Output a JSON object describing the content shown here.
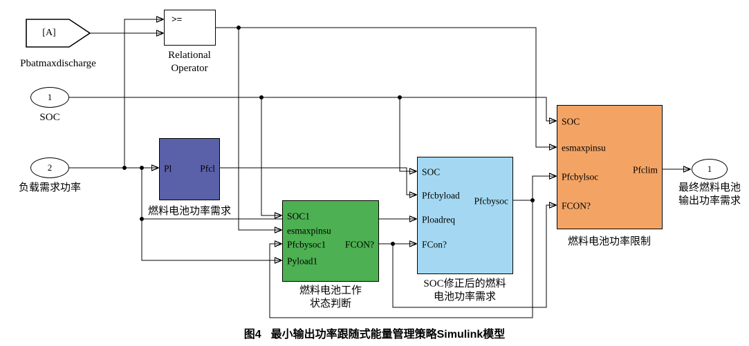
{
  "blocks": {
    "from_tag": {
      "text": "[A]",
      "label": "Pbatmaxdischarge"
    },
    "relational": {
      "operator": ">=",
      "label1": "Relational",
      "label2": "Operator"
    },
    "inport_soc": {
      "number": "1",
      "label": "SOC"
    },
    "inport_load": {
      "number": "2",
      "label": "负载需求功率"
    },
    "fc_demand": {
      "color": "#5a61a9",
      "in1": "Pl",
      "out1": "Pfcl",
      "label": "燃料电池功率需求"
    },
    "fc_state": {
      "color": "#4db052",
      "in1": "SOC1",
      "in2": "esmaxpinsu",
      "in3": "Pfcbysoc1",
      "in4": "Pyload1",
      "out1": "FCON?",
      "label1": "燃料电池工作",
      "label2": "状态判断"
    },
    "soc_corrected": {
      "color": "#a4d8f2",
      "in1": "SOC",
      "in2": "Pfcbyload",
      "in3": "Ploadreq",
      "in4": "FCon?",
      "out1": "Pfcbysoc",
      "label1": "SOC修正后的燃料",
      "label2": "电池功率需求"
    },
    "fc_limit": {
      "color": "#f3a465",
      "in1": "SOC",
      "in2": "esmaxpinsu",
      "in3": "Pfcbylsoc",
      "in4": "FCON?",
      "out1": "Pfclim",
      "label": "燃料电池功率限制"
    },
    "outport": {
      "number": "1",
      "label1": "最终燃料电池",
      "label2": "输出功率需求"
    }
  },
  "caption": {
    "figure": "图4",
    "title": "最小输出功率跟随式能量管理策略Simulink模型"
  },
  "colors": {
    "line": "#000000",
    "background": "#ffffff"
  }
}
